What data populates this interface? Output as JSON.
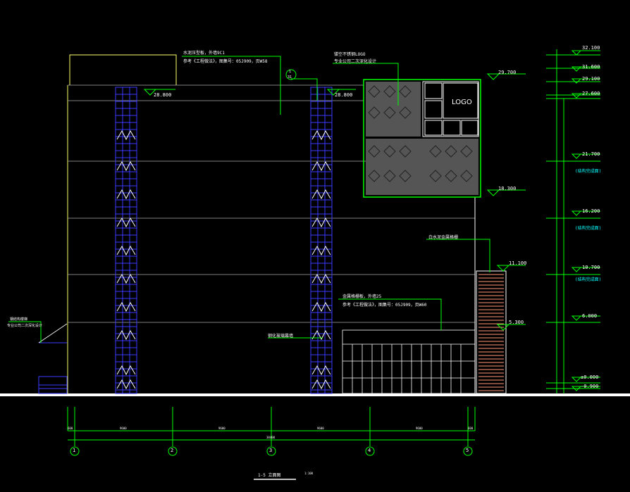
{
  "colors": {
    "background": "#000000",
    "white_line": "#ffffff",
    "green": "#00ff00",
    "blue": "#3a3aff",
    "yellow": "#ffff66",
    "cyan": "#00ffff",
    "salmon": "#ff9a7a",
    "gray": "#555555"
  },
  "elevation": {
    "labels_right": [
      "32.100",
      "31.600",
      "29.100",
      "27.600",
      "21.700",
      "16.200",
      "10.700",
      "6.000",
      "±0.000",
      "-0.900"
    ],
    "structure_note": "(结构完成面)",
    "labels_mid": [
      "29.700",
      "18.300",
      "11.100",
      "5.300",
      "28.800",
      "28.800"
    ]
  },
  "notes": {
    "top_line1": "水泥压型板，外墙9C1",
    "top_line2": "参考《工程做法》，图集号：05J909，页W58",
    "logo_line1": "镂空不锈钢LOGO",
    "logo_line2": "专业公司二次深化设计",
    "mid_line1": "金属格栅板，外墙25",
    "mid_line2": "参考《工程做法》，图集号：05J909，页W60",
    "right_note": "白水泥金属格栅",
    "glass_note": "钢化玻璃幕墙",
    "left_note1": "钢结构楼梯",
    "left_note2": "专业公司二次深化设计",
    "logo_text": "LOGO",
    "section_mark_top": "1",
    "section_mark_bottom": "31"
  },
  "grid": {
    "axes": [
      "1",
      "2",
      "3",
      "4",
      "5"
    ],
    "dims": [
      "9600",
      "9600",
      "9600",
      "9600"
    ],
    "total": "38400",
    "edge_left": "600",
    "edge_right": "600"
  },
  "title": {
    "name": "1-5 立面图",
    "scale": "1:100"
  }
}
